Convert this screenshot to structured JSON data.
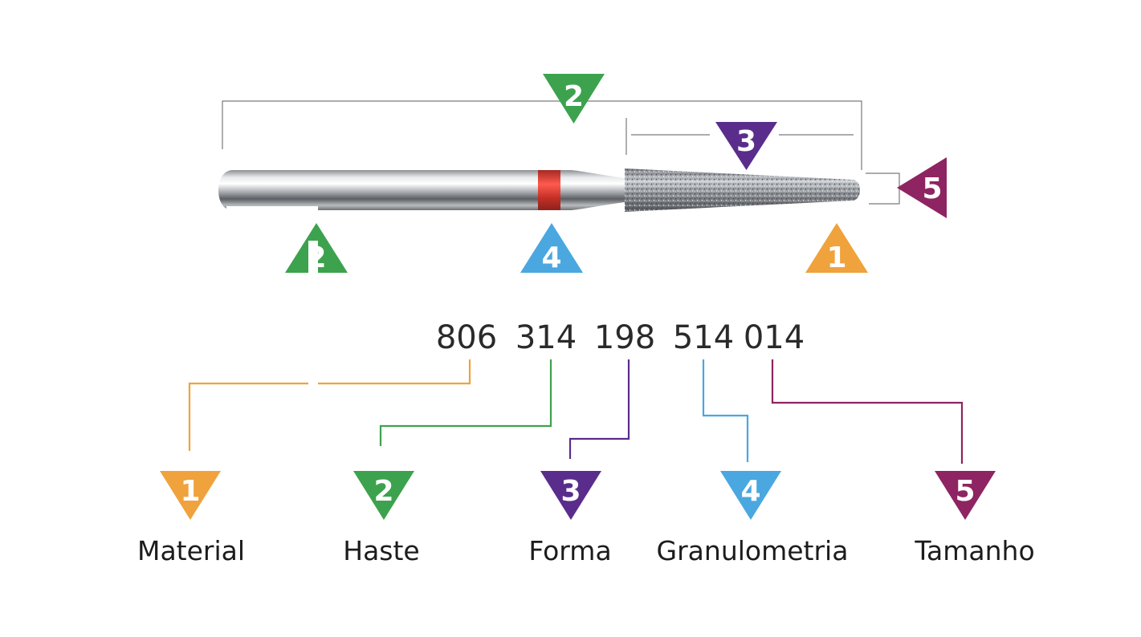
{
  "colors": {
    "material": "#f0a23c",
    "haste": "#3da24e",
    "forma": "#5a2d8c",
    "granulometria": "#4aa7df",
    "tamanho": "#8e2462",
    "bracket": "#7a7a7a",
    "band": "#d63a30"
  },
  "code": {
    "segments": [
      "806",
      "314",
      "198",
      "514",
      "014"
    ]
  },
  "markers": {
    "m_shank_top": "2",
    "m_head": "3",
    "m_size": "5",
    "m_shank_bottom": "2",
    "m_ring": "4",
    "m_material": "1"
  },
  "legend": [
    {
      "number": "1",
      "label": "Material"
    },
    {
      "number": "2",
      "label": "Haste"
    },
    {
      "number": "3",
      "label": "Forma"
    },
    {
      "number": "4",
      "label": "Granulometria"
    },
    {
      "number": "5",
      "label": "Tamanho"
    }
  ]
}
